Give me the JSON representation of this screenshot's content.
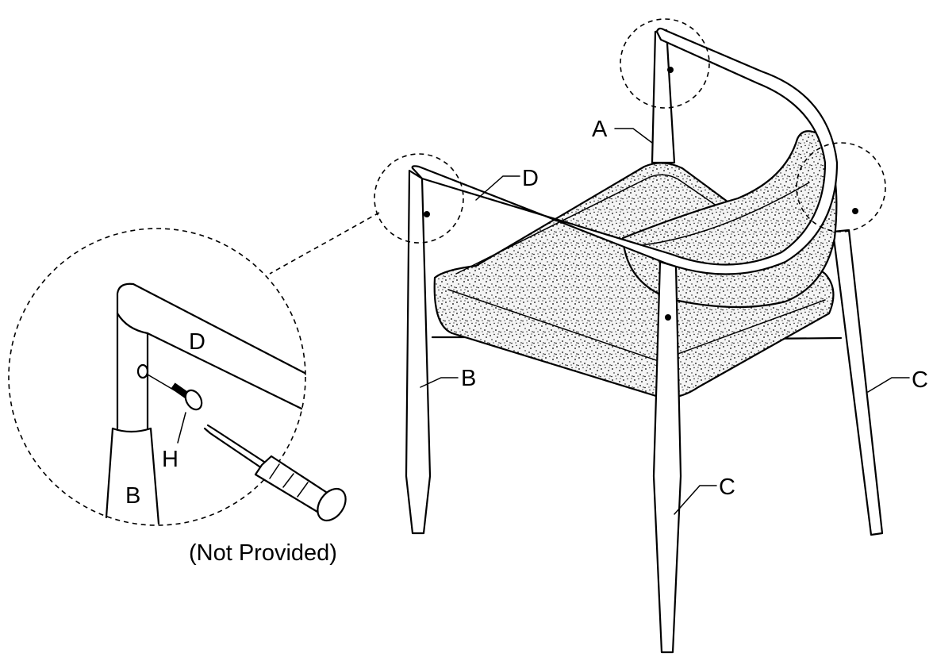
{
  "diagram": {
    "labels": {
      "part_a": "A",
      "part_b": "B",
      "part_c": "C",
      "part_d": "D",
      "part_h": "H"
    },
    "note": "(Not Provided)"
  }
}
